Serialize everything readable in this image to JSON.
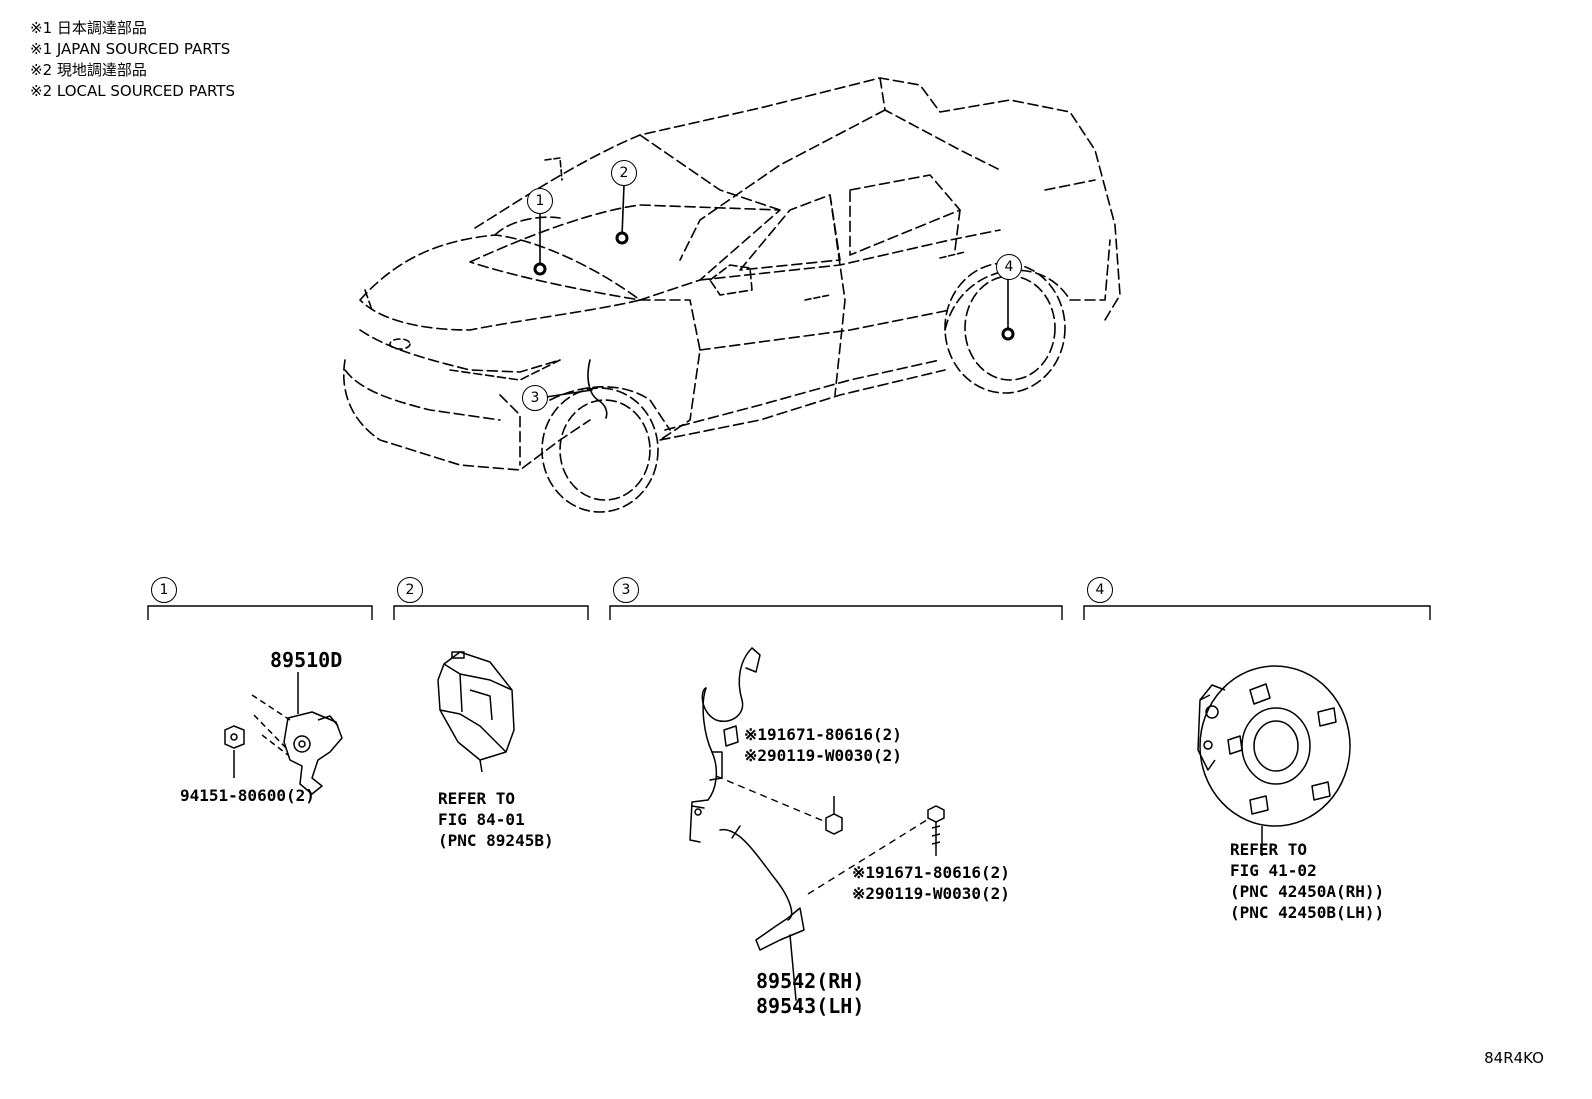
{
  "notes": [
    "※1 日本調達部品",
    "※1 JAPAN SOURCED PARTS",
    "※2 現地調達部品",
    "※2 LOCAL SOURCED PARTS"
  ],
  "callouts": [
    "1",
    "2",
    "3",
    "4"
  ],
  "groups": [
    {
      "number": "1"
    },
    {
      "number": "2"
    },
    {
      "number": "3"
    },
    {
      "number": "4"
    }
  ],
  "parts": {
    "sensor_89510d": "89510D",
    "clip_94151": "94151-80600(2)",
    "refer_84": [
      "REFER TO",
      "FIG 84-01",
      "(PNC 89245B)"
    ],
    "bolt_upper": [
      "※191671-80616(2)",
      "※290119-W0030(2)"
    ],
    "bolt_lower": [
      "※191671-80616(2)",
      "※290119-W0030(2)"
    ],
    "speed_sensor": [
      "89542(RH)",
      "89543(LH)"
    ],
    "refer_41": [
      "REFER TO",
      "FIG 41-02",
      "(PNC 42450A(RH))",
      "(PNC 42450B(LH))"
    ]
  },
  "figure_code": "84R4KO"
}
